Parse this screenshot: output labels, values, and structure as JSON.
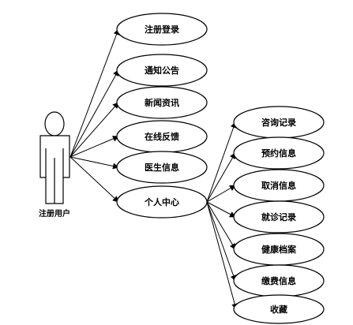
{
  "actor": {
    "label": "注册用户"
  },
  "use_cases": [
    {
      "id": "login",
      "label": "注册登录"
    },
    {
      "id": "notice",
      "label": "通知公告"
    },
    {
      "id": "news",
      "label": "新闻资讯"
    },
    {
      "id": "feedback",
      "label": "在线反馈"
    },
    {
      "id": "doctor",
      "label": "医生信息"
    },
    {
      "id": "personal",
      "label": "个人中心"
    }
  ],
  "sub_use_cases": [
    {
      "id": "consult",
      "label": "咨询记录"
    },
    {
      "id": "appointment",
      "label": "预约信息"
    },
    {
      "id": "cancel",
      "label": "取消信息"
    },
    {
      "id": "visit",
      "label": "就诊记录"
    },
    {
      "id": "health",
      "label": "健康档案"
    },
    {
      "id": "payment",
      "label": "缴费信息"
    },
    {
      "id": "favorite",
      "label": "收藏"
    }
  ]
}
